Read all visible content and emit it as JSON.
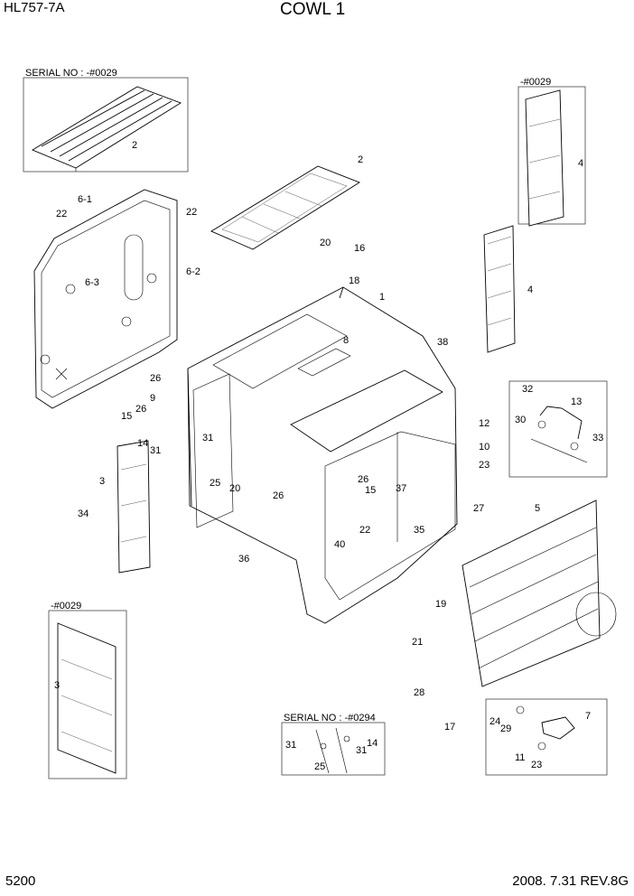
{
  "header": {
    "model": "HL757-7A",
    "title": "COWL 1"
  },
  "footer": {
    "page": "5200",
    "date_rev": "2008. 7.31  REV.8G"
  },
  "inset_labels": {
    "serial_top": "SERIAL NO : -#0029",
    "serial_top_right": "-#0029",
    "serial_bottom_left": "-#0029",
    "serial_bottom": "SERIAL NO : -#0294"
  },
  "callouts": [
    "2",
    "2",
    "4",
    "22",
    "22",
    "6-1",
    "20",
    "16",
    "18",
    "1",
    "6-2",
    "6-3",
    "4",
    "8",
    "38",
    "26",
    "9",
    "26",
    "15",
    "14",
    "31",
    "31",
    "25",
    "3",
    "34",
    "20",
    "26",
    "15",
    "26",
    "22",
    "37",
    "12",
    "10",
    "23",
    "27",
    "35",
    "40",
    "36",
    "32",
    "13",
    "30",
    "33",
    "5",
    "19",
    "21",
    "28",
    "17",
    "31",
    "14",
    "31",
    "25",
    "24",
    "29",
    "7",
    "11",
    "23",
    "3"
  ]
}
